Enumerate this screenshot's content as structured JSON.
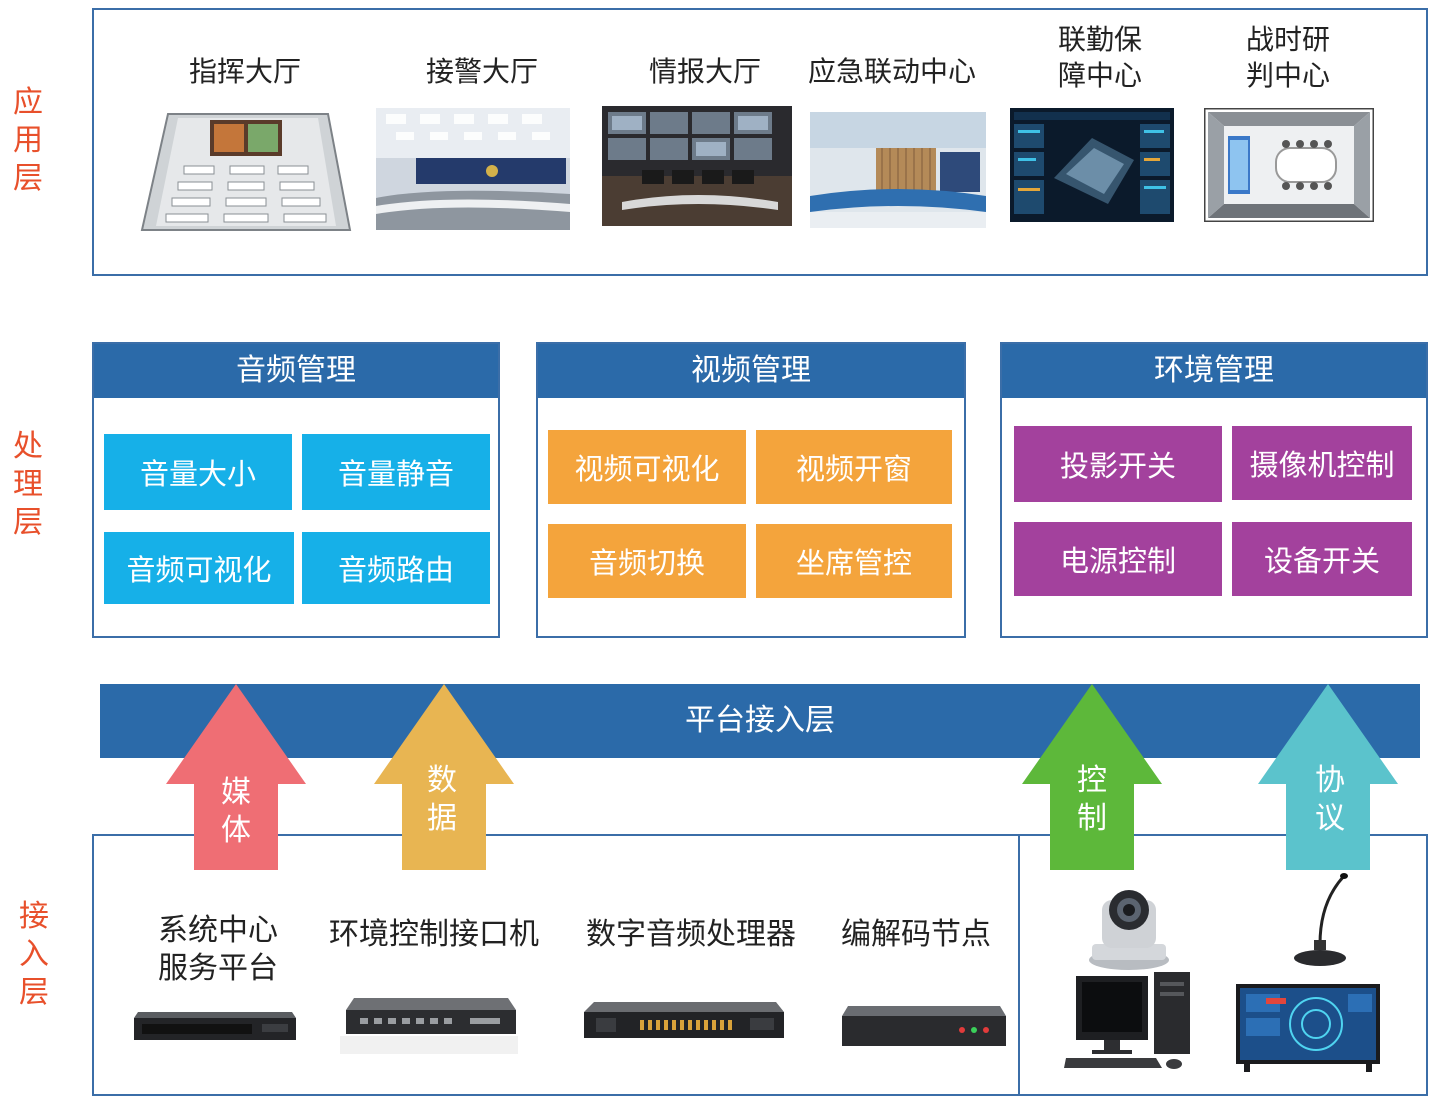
{
  "layers": {
    "application": [
      "应",
      "用",
      "层"
    ],
    "processing": [
      "处",
      "理",
      "层"
    ],
    "access": [
      "接",
      "入",
      "层"
    ]
  },
  "application": {
    "items": [
      {
        "line1": "指挥大厅",
        "line2": ""
      },
      {
        "line1": "接警大厅",
        "line2": ""
      },
      {
        "line1": "情报大厅",
        "line2": ""
      },
      {
        "line1": "应急联动中心",
        "line2": ""
      },
      {
        "line1": "联勤保",
        "line2": "障中心"
      },
      {
        "line1": "战时研",
        "line2": "判中心"
      }
    ]
  },
  "processing": {
    "audio": {
      "title": "音频管理",
      "items": [
        "音量大小",
        "音量静音",
        "音频可视化",
        "音频路由"
      ]
    },
    "video": {
      "title": "视频管理",
      "items": [
        "视频可视化",
        "视频开窗",
        "音频切换",
        "坐席管控"
      ]
    },
    "environment": {
      "title": "环境管理",
      "items": [
        "投影开关",
        "摄像机控制",
        "电源控制",
        "设备开关"
      ]
    }
  },
  "platform": {
    "label": "平台接入层"
  },
  "arrows": [
    {
      "chars": [
        "媒",
        "体"
      ],
      "color": "#ef6e74"
    },
    {
      "chars": [
        "数",
        "据"
      ],
      "color": "#e8b552"
    },
    {
      "chars": [
        "控",
        "制"
      ],
      "color": "#5db83a"
    },
    {
      "chars": [
        "协",
        "议"
      ],
      "color": "#5bc3cc"
    }
  ],
  "devices": {
    "d1": {
      "line1": "系统中心",
      "line2": "服务平台"
    },
    "d2": "环境控制接口机",
    "d3": "数字音频处理器",
    "d4": "编解码节点"
  },
  "colors": {
    "layer_label": "#e8502b",
    "frame": "#3b6ea8",
    "header": "#2b6aa9",
    "audio_cell": "#16b0e8",
    "video_cell": "#f4a43c",
    "env_cell": "#a3419d"
  }
}
